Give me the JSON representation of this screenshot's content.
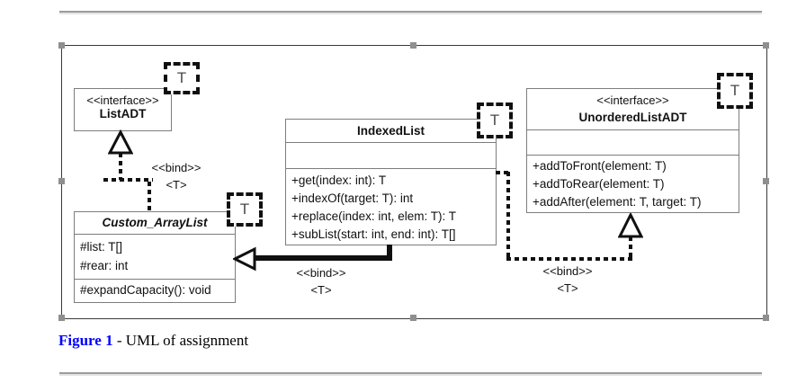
{
  "figure": {
    "caption_label": "Figure 1",
    "caption_text": " - UML of assignment"
  },
  "diagram": {
    "template_param": "T",
    "bind_stereotype": "<<bind>>",
    "bind_param": "<T>",
    "classes": {
      "listadt": {
        "stereotype": "<<interface>>",
        "name": "ListADT"
      },
      "indexedlist": {
        "name": "IndexedList",
        "methods": [
          "+get(index: int): T",
          "+indexOf(target: T): int",
          "+replace(index: int, elem: T): T",
          "+subList(start: int, end: int): T[]"
        ]
      },
      "unorderedlistadt": {
        "stereotype": "<<interface>>",
        "name": "UnorderedListADT",
        "methods": [
          "+addToFront(element: T)",
          "+addToRear(element: T)",
          "+addAfter(element: T, target: T)"
        ]
      },
      "custom_arraylist": {
        "name": "Custom_ArrayList",
        "attributes": [
          "#list: T[]",
          "#rear: int"
        ],
        "methods": [
          "#expandCapacity(): void"
        ]
      }
    }
  }
}
